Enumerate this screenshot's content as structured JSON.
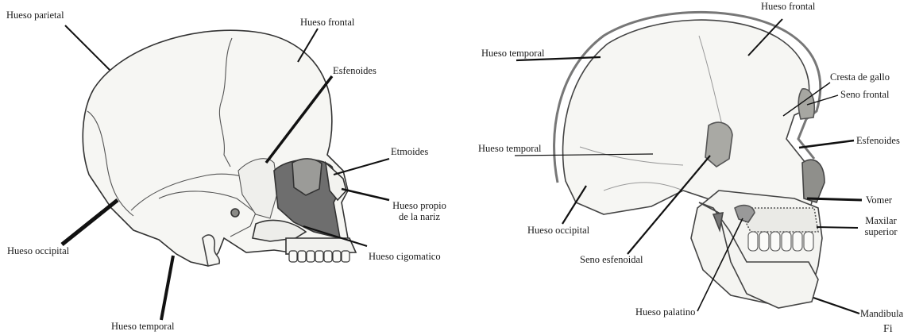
{
  "left_skull": {
    "labels": {
      "hueso_parietal": "Hueso parietal",
      "hueso_frontal": "Hueso frontal",
      "esfenoides": "Esfenoides",
      "etmoides": "Etmoides",
      "hueso_propio_nariz_line1": "Hueso propio",
      "hueso_propio_nariz_line2": "de la nariz",
      "hueso_occipital": "Hueso occipital",
      "hueso_cigomatico": "Hueso cigomatico",
      "hueso_temporal": "Hueso temporal"
    }
  },
  "right_skull": {
    "labels": {
      "hueso_frontal": "Hueso frontal",
      "hueso_temporal_top": "Hueso temporal",
      "hueso_temporal_mid": "Hueso temporal",
      "cresta_de_gallo": "Cresta de gallo",
      "seno_frontal": "Seno frontal",
      "esfenoides": "Esfenoides",
      "vomer": "Vomer",
      "maxilar_line1": "Maxilar",
      "maxilar_line2": "superior",
      "mandibula": "Mandibula",
      "hueso_occipital": "Hueso occipital",
      "seno_esfenoidal": "Seno esfenoidal",
      "hueso_palatino": "Hueso palatino"
    }
  },
  "corner_text": "Fi",
  "colors": {
    "ink": "#1a1a1a",
    "bone_fill": "#f4f4f1",
    "shade": "#6b6b6b",
    "sinus": "#a9a9a4"
  }
}
